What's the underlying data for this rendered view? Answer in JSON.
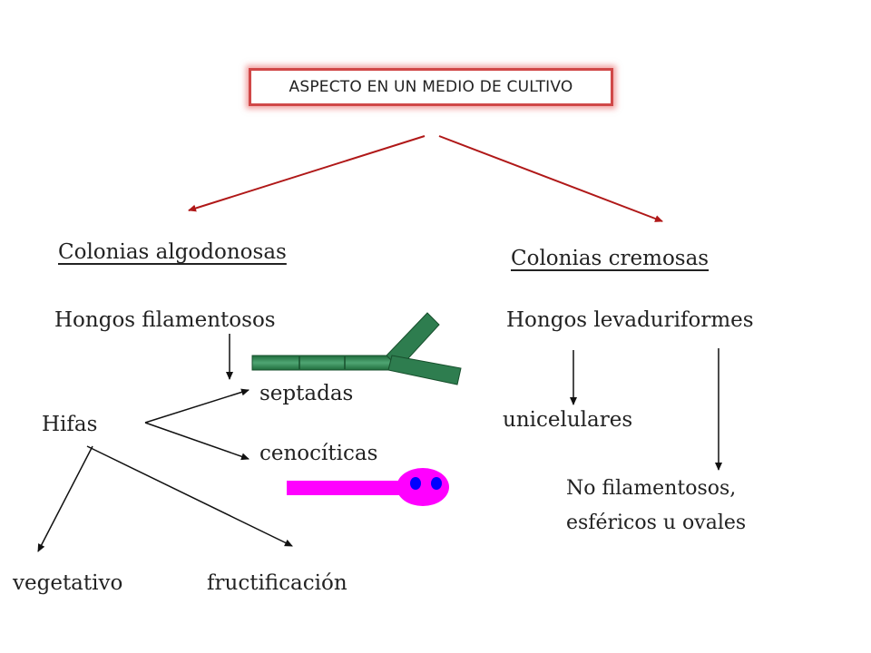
{
  "title": "ASPECTO EN UN MEDIO DE CULTIVO",
  "left": {
    "colonias": "Colonias algodonosas",
    "hongos": "Hongos filamentosos",
    "hifas": "Hifas",
    "septadas": "septadas",
    "cenociticas": "cenocíticas",
    "vegetativo": "vegetativo",
    "fructificacion": "fructificación"
  },
  "right": {
    "colonias": "Colonias cremosas",
    "hongos": "Hongos levaduriformes",
    "unicelulares": "unicelulares",
    "no_filamentosos_line1": "No filamentosos,",
    "no_filamentosos_line2": "esféricos u ovales"
  },
  "colors": {
    "title_border": "#d04848",
    "red_arrow": "#b01818",
    "hypha_green": "#2e7d4f",
    "cenocitic_magenta": "#ff00ff",
    "nucleus_blue": "#0000ff"
  }
}
